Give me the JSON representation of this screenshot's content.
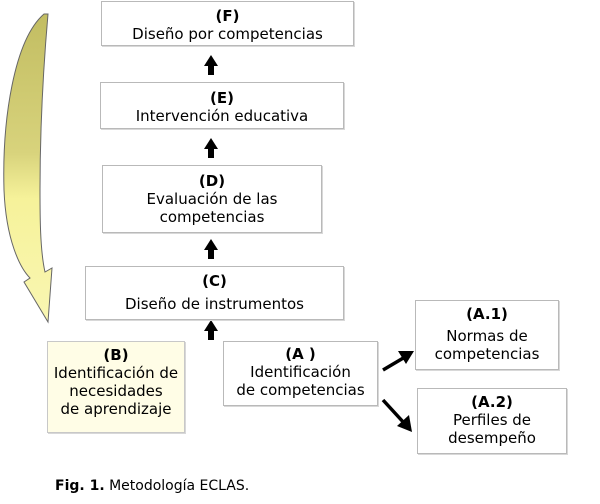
{
  "boxes": {
    "f": {
      "code": "(F)",
      "text": "Diseño por competencias"
    },
    "e": {
      "code": "(E)",
      "text": "Intervención educativa"
    },
    "d": {
      "code": "(D)",
      "text": "Evaluación de las\ncompetencias"
    },
    "c": {
      "code": "(C)",
      "text": "Diseño de instrumentos"
    },
    "a": {
      "code": "(A )",
      "text": "Identificación\nde competencias"
    },
    "a1": {
      "code": "(A.1)",
      "text": "Normas de\ncompetencias"
    },
    "a2": {
      "code": "(A.2)",
      "text": "Perfiles de\ndesempeño"
    },
    "b": {
      "code": "(B)",
      "text": "Identificación de\nnecesidades\nde aprendizaje"
    }
  },
  "caption": {
    "label": "Fig. 1.",
    "text": "Metodología ECLAS."
  },
  "colors": {
    "curved_arrow_top": "#c8c46a",
    "curved_arrow_bottom": "#f6f29a",
    "box_b_fill": "#fffde6"
  }
}
